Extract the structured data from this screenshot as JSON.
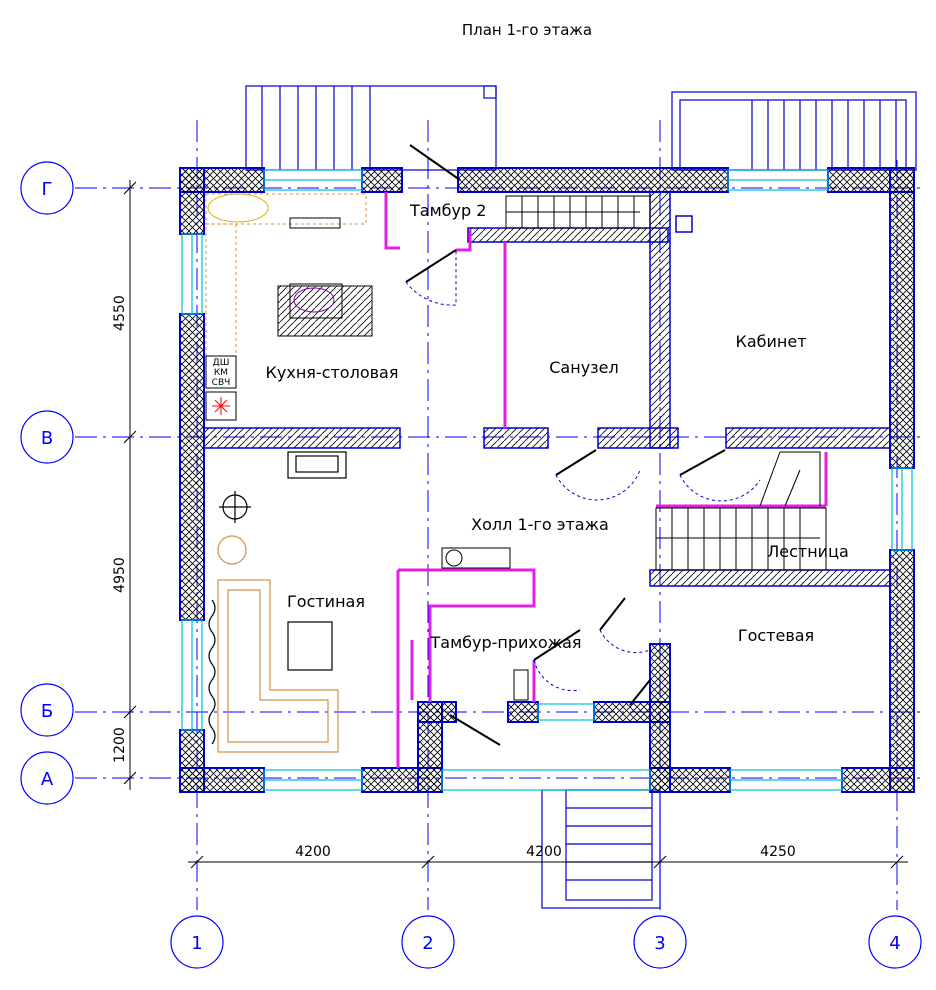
{
  "title": "План 1-го этажа",
  "rooms": {
    "tambur2": "Тамбур 2",
    "kitchen": "Кухня-столовая",
    "bathroom": "Санузел",
    "office": "Кабинет",
    "hall": "Холл 1-го этажа",
    "stairs": "Лестница",
    "living": "Гостиная",
    "entry": "Тамбур-прихожая",
    "guest": "Гостевая"
  },
  "kitchen_marks": [
    "ДШ",
    "КМ",
    "СВЧ"
  ],
  "dimensions": {
    "vertical": [
      "4550",
      "4950",
      "1200"
    ],
    "horizontal": [
      "4200",
      "4200",
      "4250"
    ]
  },
  "axes": {
    "letters": [
      "Г",
      "В",
      "Б",
      "А"
    ],
    "numbers": [
      "1",
      "2",
      "3",
      "4"
    ]
  },
  "colors": {
    "wall_outline": "#0000cc",
    "axis_line": "#0000ff",
    "window": "#00bcd4",
    "partition": "#e020e0",
    "furniture": "#d4914a",
    "ink": "#000000"
  }
}
